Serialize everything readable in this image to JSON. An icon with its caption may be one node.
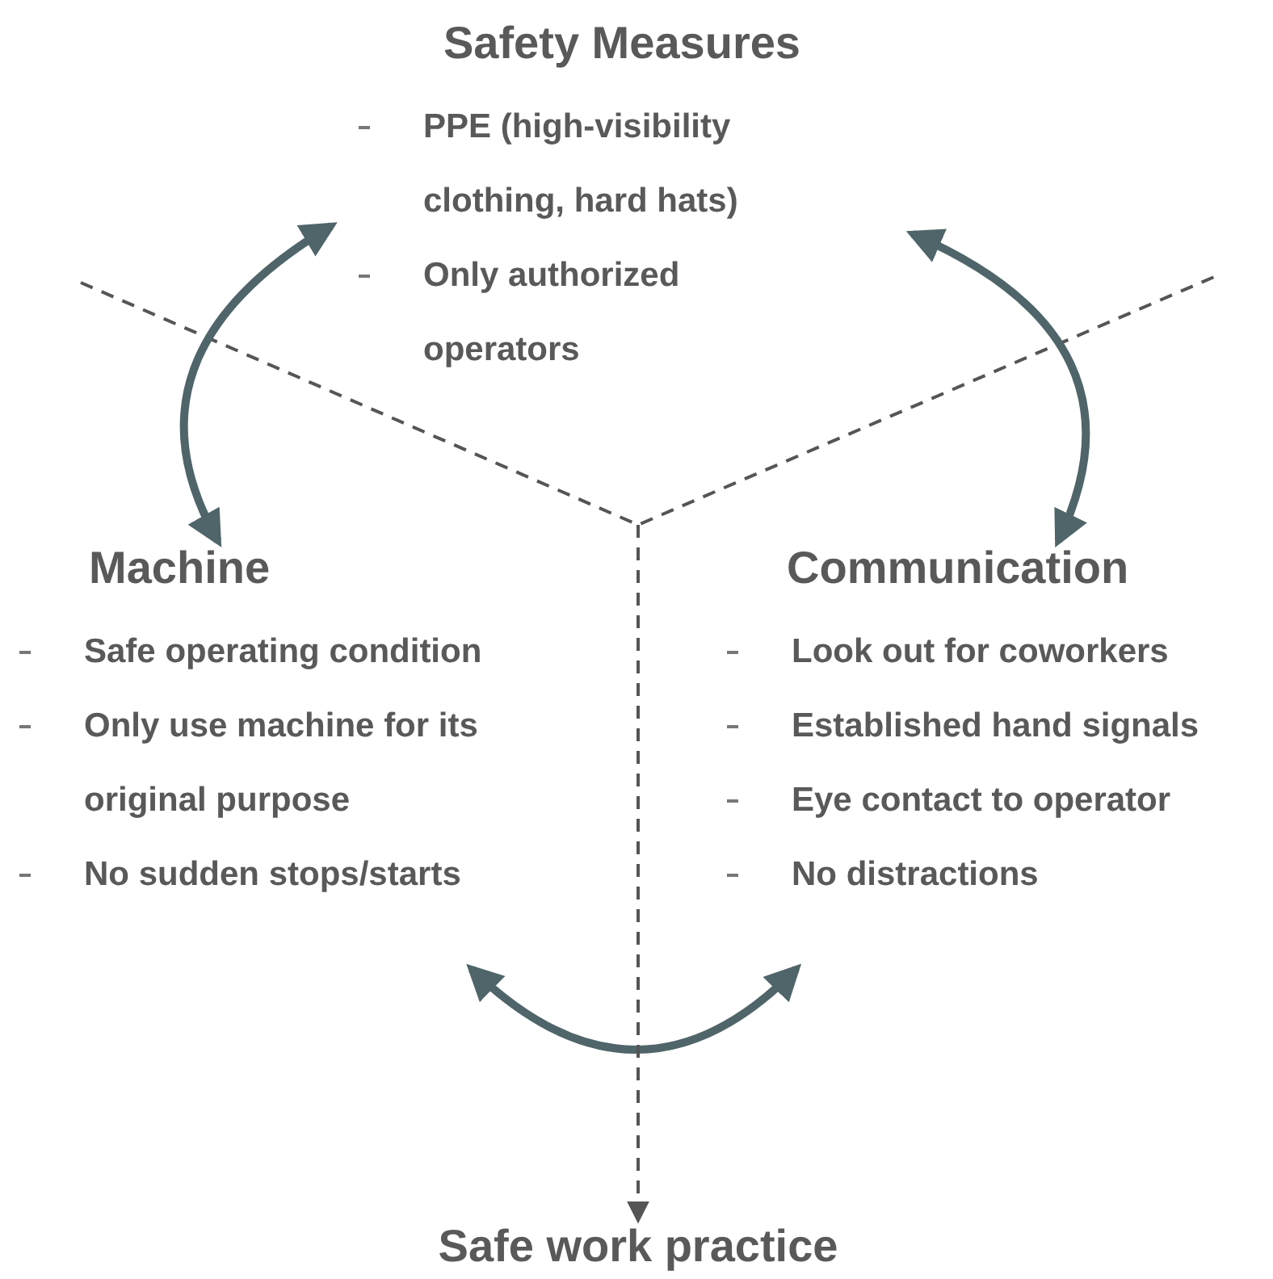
{
  "diagram": {
    "nodes": [
      {
        "text": [
          "Safety Measures",
          "PPE (high-visibility clothing, hard hats)",
          "Only authorized operators"
        ]
      },
      {
        "text": [
          "Machine",
          "Safe operating condition",
          "Only use machine for its original purpose",
          "No sudden stops/starts"
        ]
      },
      {
        "text": [
          "Communication",
          "Look out for coworkers",
          "Established hand signals",
          "Eye contact to operator",
          "No distractions"
        ]
      },
      {
        "text": [
          "Safe work practice"
        ]
      }
    ],
    "edges": [
      {
        "from": 0,
        "to": 1,
        "arrow": "both"
      },
      {
        "from": 0,
        "to": 2,
        "arrow": "both"
      },
      {
        "from": 1,
        "to": 2,
        "arrow": "both"
      },
      {
        "from": null,
        "to": 3,
        "arrow": "to",
        "style": "dashed"
      }
    ]
  }
}
